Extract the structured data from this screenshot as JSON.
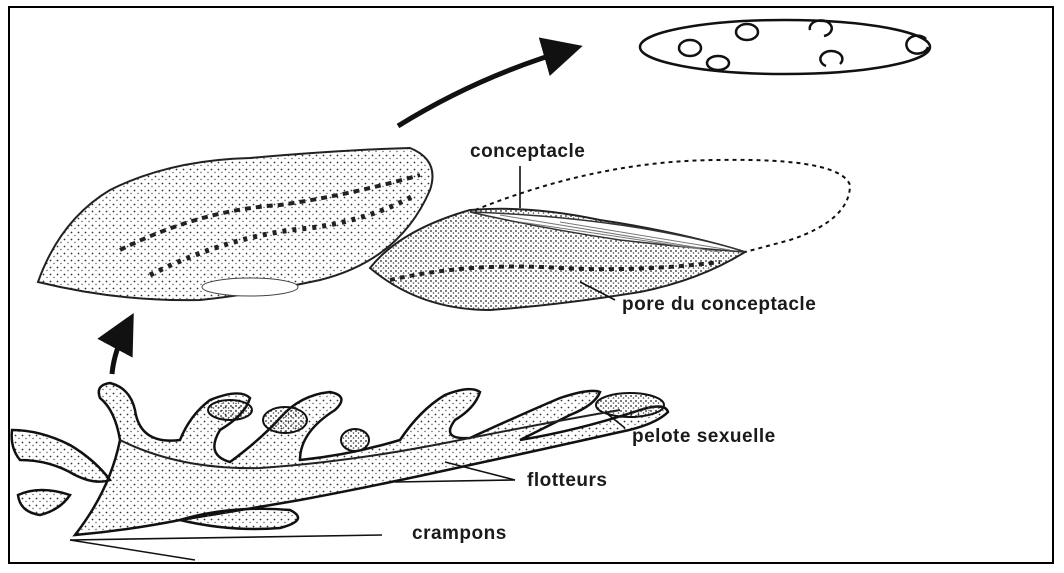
{
  "labels": {
    "conceptacle": "conceptacle",
    "pore": "pore du conceptacle",
    "pelote": "pelote sexuelle",
    "flotteurs": "flotteurs",
    "crampons": "crampons"
  }
}
